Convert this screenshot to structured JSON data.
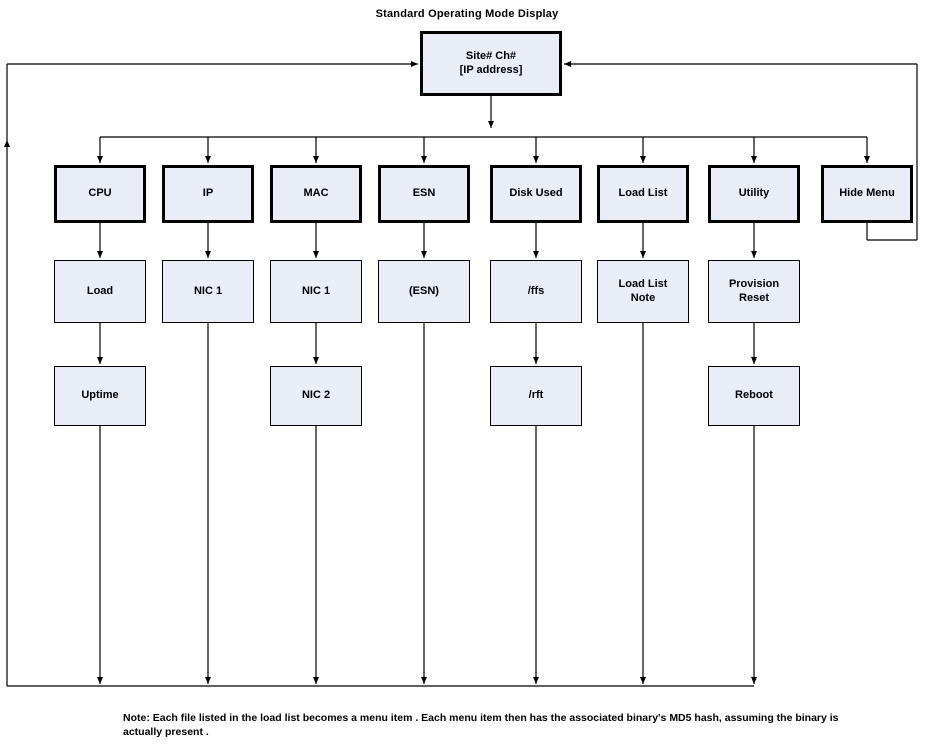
{
  "title": "Standard Operating Mode Display",
  "root": "Site# Ch#\n[IP address]",
  "menu": [
    {
      "label": "CPU",
      "children": [
        "Load",
        "Uptime"
      ]
    },
    {
      "label": "IP",
      "children": [
        "NIC 1"
      ]
    },
    {
      "label": "MAC",
      "children": [
        "NIC 1",
        "NIC 2"
      ]
    },
    {
      "label": "ESN",
      "children": [
        "(ESN)"
      ]
    },
    {
      "label": "Disk Used",
      "children": [
        "/ffs",
        "/rft"
      ]
    },
    {
      "label": "Load List",
      "children": [
        "Load List\nNote"
      ]
    },
    {
      "label": "Utility",
      "children": [
        "Provision\nReset",
        "Reboot"
      ]
    },
    {
      "label": "Hide Menu",
      "children": []
    }
  ],
  "note": "Note:  Each file listed in the load list becomes a menu item . Each menu item then has the associated binary's MD5 hash, assuming the binary is actually present ."
}
